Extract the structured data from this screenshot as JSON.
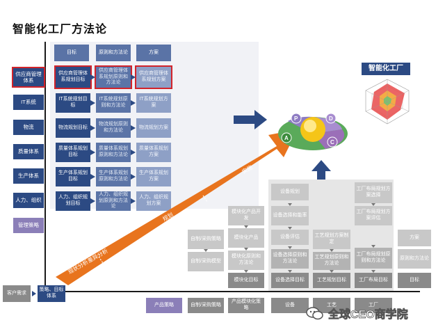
{
  "title": "智能化工厂方法论",
  "headers": [
    "目标",
    "原则和方法论",
    "方案"
  ],
  "left_column": [
    "供应商管理体系",
    "IT系统",
    "物流",
    "质量体系",
    "生产体系",
    "人力、组织"
  ],
  "strategy_label": "管理策略",
  "rows": [
    [
      "供应商管理体系规划目标",
      "供应商管理体系规划原则和方法论",
      "供应商管理体系规划方案"
    ],
    [
      "IT系统规划目标",
      "IT系统规划原则和方法论",
      "IT系统规划方案"
    ],
    [
      "物流规划目标",
      "物流规划原则和方法论",
      "物流规划方案"
    ],
    [
      "质量体系规划目标",
      "质量体系规划原则和方法论",
      "质量体系规划方案"
    ],
    [
      "生产体系规划目标",
      "生产体系规划原则和方法论",
      "生产体系规划方案"
    ],
    [
      "人力、组织规划目标",
      "人力、组织规划原则和方法论",
      "人力、组织规划方案"
    ]
  ],
  "arrow_labels": {
    "current": "现状分析",
    "gap": "差异分析",
    "plan": "规划",
    "implement": "实施"
  },
  "smart_factory": "智能化工厂",
  "pdca": [
    "P",
    "D",
    "C",
    "A"
  ],
  "bottom_left": {
    "customer": "客户需求",
    "strategy": "策略、目标体系"
  },
  "bottom_strategies": [
    "产品策略",
    "自制/采购策略",
    "产品模块化策略",
    "设备",
    "工艺",
    "工厂"
  ],
  "col_makebuy": [
    "自制/采购策略",
    "自制/采购模型"
  ],
  "col_module": [
    "模块化产品开发",
    "模块化产品",
    "模块化原则和方法论",
    "模块化目标"
  ],
  "col_equipment": [
    "设备规划",
    "设备选择和能率",
    "设备评估",
    "设备选择原则和方法论",
    "设备选择目标"
  ],
  "col_process": [
    "工艺规划方案制定",
    "工艺规划原则和方法论",
    "工艺规划目标"
  ],
  "col_factory": [
    "工厂布局规划方案选择",
    "工厂布局规划方案评估",
    "工厂布局规划原则和方法论",
    "工厂布局目标"
  ],
  "right_labels": [
    "方案",
    "原则和方法论",
    "目标"
  ],
  "watermark": "全球CEO商学院",
  "colors": {
    "navy": "#2c4a83",
    "orange": "#e8741e",
    "purple": "#8b7fb8",
    "gray": "#a6a6a6"
  }
}
